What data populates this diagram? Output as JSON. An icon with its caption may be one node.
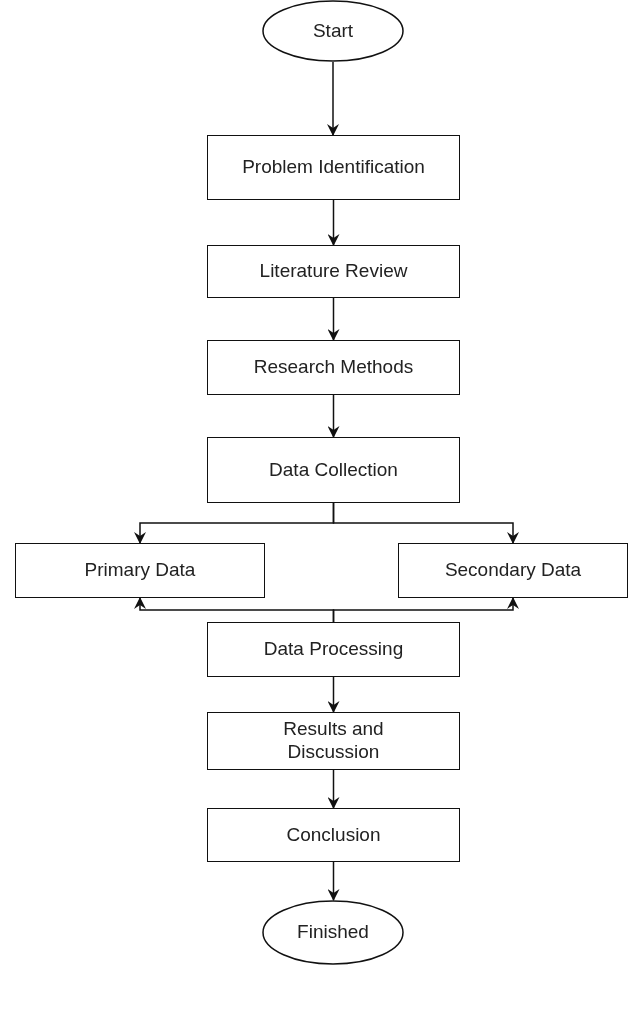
{
  "diagram": {
    "nodes": [
      {
        "text": [
          "Start"
        ]
      },
      {
        "text": [
          "Problem Identification"
        ]
      },
      {
        "text": [
          "Literature Review"
        ]
      },
      {
        "text": [
          "Research Methods"
        ]
      },
      {
        "text": [
          "Data Collection"
        ]
      },
      {
        "text": [
          "Primary Data"
        ]
      },
      {
        "text": [
          "Secondary Data"
        ]
      },
      {
        "text": [
          "Data Processing"
        ]
      },
      {
        "text": [
          "Results and Discussion"
        ]
      },
      {
        "text": [
          "Conclusion"
        ]
      },
      {
        "text": [
          "Finished"
        ]
      }
    ],
    "edges": [
      {
        "from": 0,
        "to": 1,
        "arrow": "to"
      },
      {
        "from": 1,
        "to": 2,
        "arrow": "to"
      },
      {
        "from": 2,
        "to": 3,
        "arrow": "to"
      },
      {
        "from": 3,
        "to": 4,
        "arrow": "to"
      },
      {
        "from": 4,
        "to": 5,
        "arrow": "to"
      },
      {
        "from": 4,
        "to": 6,
        "arrow": "to"
      },
      {
        "from": 7,
        "to": 5,
        "arrow": "to"
      },
      {
        "from": 7,
        "to": 6,
        "arrow": "to"
      },
      {
        "from": 7,
        "to": 8,
        "arrow": "to"
      },
      {
        "from": 8,
        "to": 9,
        "arrow": "to"
      },
      {
        "from": 9,
        "to": 10,
        "arrow": "to"
      }
    ]
  }
}
